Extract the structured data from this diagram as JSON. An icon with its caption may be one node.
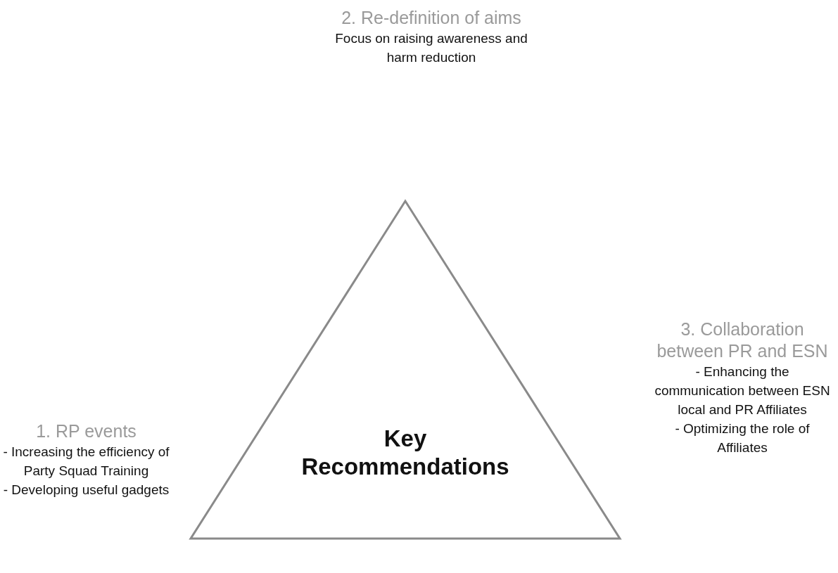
{
  "diagram": {
    "nodes": [
      {
        "text": [
          "Key Recommendations"
        ]
      },
      {
        "text": [
          "2. Re-definition of aims",
          "Focus on raising awareness and harm reduction"
        ]
      },
      {
        "text": [
          "1. RP events",
          "- Increasing the efficiency of Party Squad Training",
          "- Developing useful gadgets"
        ]
      },
      {
        "text": [
          "3. Collaboration between PR and ESN",
          "- Enhancing the communication between ESN local and PR Affiliates",
          "- Optimizing the role of Affiliates"
        ]
      }
    ]
  }
}
